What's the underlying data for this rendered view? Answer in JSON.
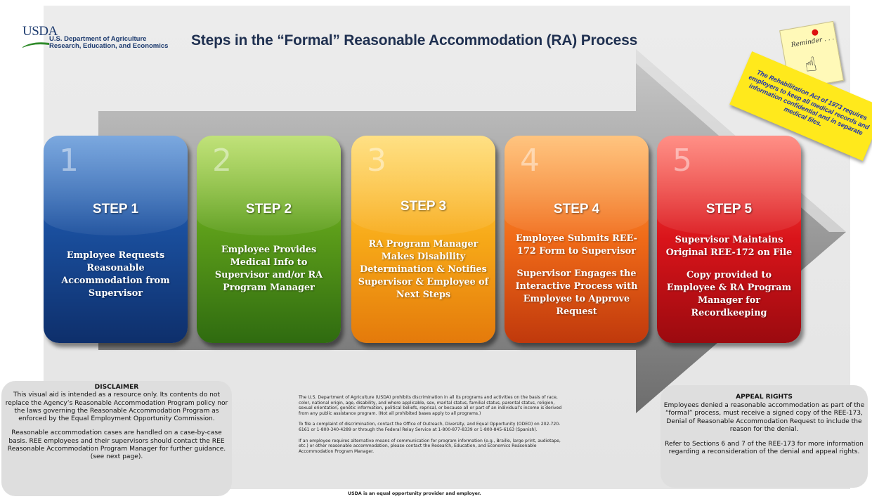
{
  "header": {
    "logo_text": "USDA",
    "org_line1": "U.S. Department of Agriculture",
    "org_line2": "Research, Education, and Economics",
    "title": "Steps in the “Formal” Reasonable Accommodation (RA) Process"
  },
  "steps": [
    {
      "number": "1",
      "label": "STEP 1",
      "lines": [
        "Employee Requests Reasonable Accommodation from Supervisor"
      ],
      "color": "#1a4f9e"
    },
    {
      "number": "2",
      "label": "STEP 2",
      "lines": [
        "Employee Provides Medical Info to Supervisor and/or RA Program Manager"
      ],
      "color": "#5d9e1a"
    },
    {
      "number": "3",
      "label": "STEP 3",
      "lines": [
        "RA Program Manager Makes Disability Determination & Notifies Supervisor & Employee of Next Steps"
      ],
      "color": "#f7a918"
    },
    {
      "number": "4",
      "label": "STEP 4",
      "lines": [
        "Employee Submits REE-172 Form to Supervisor",
        "Supervisor Engages the Interactive Process with Employee to Approve Request"
      ],
      "color": "#f06a18"
    },
    {
      "number": "5",
      "label": "STEP 5",
      "lines": [
        "Supervisor Maintains Original REE-172 on File",
        "Copy provided to Employee & RA Program Manager for Recordkeeping"
      ],
      "color": "#d9141a"
    }
  ],
  "reminder_note": {
    "label": "Reminder . . .",
    "icon": "pointing-finger-icon"
  },
  "reminder_banner": "The Rehabilitation Act of 1973 requires employers to keep all medical records and information confidential and in separate medical files.",
  "disclaimer": {
    "heading": "DISCLAIMER",
    "para1": "This visual aid is intended as a resource only. Its contents do not replace the Agency’s Reasonable Accommodation Program policy nor the laws governing the Reasonable Accommodation Program as enforced by the Equal Employment Opportunity Commission.",
    "para2": "Reasonable accommodation cases are handled on a case-by-case basis. REE employees and their supervisors should contact the REE Reasonable Accommodation Program Manager for further guidance. (see next page)."
  },
  "nondiscrimination": {
    "para1": "The U.S. Department of Agriculture (USDA) prohibits discrimination in all its programs and activities on the basis of race, color, national origin, age, disability, and where applicable, sex, marital status, familial status, parental status, religion, sexual orientation, genetic information, political beliefs, reprisal, or because all or part of an individual’s income is derived from any public assistance program. (Not all prohibited bases apply to all programs.)",
    "para2": "To file a complaint of discrimination, contact the Office of Outreach, Diversity, and Equal Opportunity (ODEO) on 202-720-6161 or 1-800-340-4289 or through the Federal Relay Service at 1-800-877-8339 or 1-800-845-6163 (Spanish).",
    "para3": "If an employee requires alternative means of communication for program information (e.g., Braille, large print, audiotape, etc.) or other reasonable accommodation, please contact the Research, Education, and Economics Reasonable Accommodation Program Manager.",
    "footer": "USDA is an equal opportunity provider and employer."
  },
  "appeal": {
    "heading": "APPEAL RIGHTS",
    "para1": "Employees denied a reasonable accommodation as part of the “formal” process, must receive a signed copy of the REE-173, Denial of Reasonable Accommodation Request to include the reason for the denial.",
    "para2": "Refer to Sections 6 and 7 of the REE-173 for more information regarding a reconsideration of the denial and appeal rights."
  }
}
